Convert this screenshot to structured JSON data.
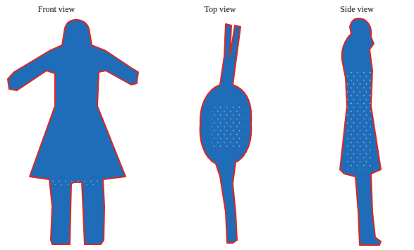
{
  "diagram": {
    "labels": [
      "Front view",
      "Top view",
      "Side view"
    ]
  }
}
